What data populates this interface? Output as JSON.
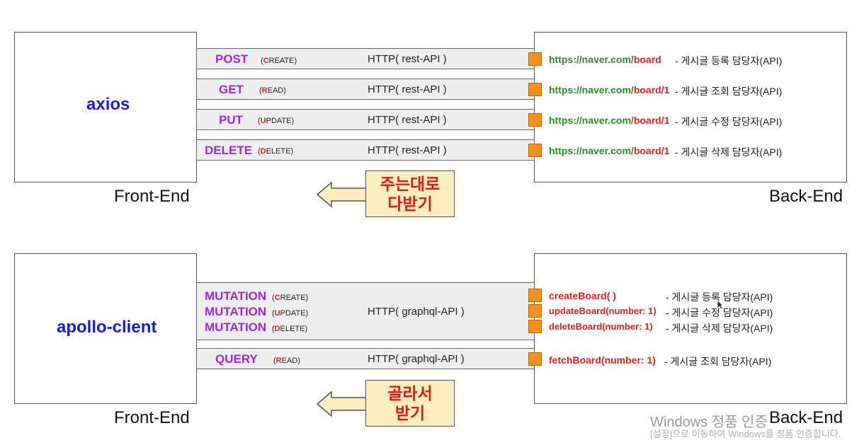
{
  "rest": {
    "front_title": "axios",
    "front_label": "Front-End",
    "back_label": "Back-End",
    "callout": [
      "주는대로",
      "다받기"
    ],
    "rows": [
      {
        "method": "POST",
        "crud_initial": "C",
        "crud_rest": "REATE)",
        "proto": "HTTP( rest-API )",
        "ep_base": "https://naver.com/",
        "ep_tail": "board",
        "desc": "- 게시글 등록 담당자(API)"
      },
      {
        "method": "GET",
        "crud_initial": "R",
        "crud_rest": "EAD)",
        "proto": "HTTP( rest-API )",
        "ep_base": "https://naver.com/",
        "ep_tail": "board/1",
        "desc": "- 게시글 조회 담당자(API)"
      },
      {
        "method": "PUT",
        "crud_initial": "U",
        "crud_rest": "PDATE)",
        "proto": "HTTP( rest-API )",
        "ep_base": "https://naver.com/",
        "ep_tail": "board/1",
        "desc": "- 게시글 수정 담당자(API)"
      },
      {
        "method": "DELETE",
        "crud_initial": "D",
        "crud_rest": "ELETE)",
        "proto": "HTTP( rest-API )",
        "ep_base": "https://naver.com/",
        "ep_tail": "board/1",
        "desc": "- 게시글 삭제 담당자(API)"
      }
    ]
  },
  "graphql": {
    "front_title": "apollo-client",
    "front_label": "Front-End",
    "back_label": "Back-End",
    "callout": [
      "골라서",
      "받기"
    ],
    "mutations": [
      {
        "method": "MUTATION",
        "crud_initial": "C",
        "crud_rest": "REATE)",
        "ep_red": "create",
        "ep_tail": "Board( )",
        "desc": "- 게시글 등록 담당자(API)"
      },
      {
        "method": "MUTATION",
        "crud_initial": "U",
        "crud_rest": "PDATE)",
        "ep_red": "update",
        "ep_tail": "Board(number: 1)",
        "desc": "- 게시글 수정 담당자(API)"
      },
      {
        "method": "MUTATION",
        "crud_initial": "D",
        "crud_rest": "ELETE)",
        "ep_red": "delete",
        "ep_tail": "Board(number: 1)",
        "desc": "- 게시글 삭제 담당자(API)"
      }
    ],
    "mutation_proto": "HTTP( graphql-API )",
    "query": {
      "method": "QUERY",
      "crud_initial": "R",
      "crud_rest": "EAD)",
      "proto": "HTTP( graphql-API )",
      "ep_red": "fetch",
      "ep_tail": "Board(number: 1)",
      "desc": "- 게시글 조회 담당자(API)"
    }
  },
  "watermark": {
    "line1": "Windows 정품 인증",
    "line2": "[설정]으로 이동하여 Windows를 정품 인증합니다."
  },
  "colors": {
    "method": "#9b28e0",
    "frontend_title": "#1a1adb",
    "endpoint_green": "#2e8a2e",
    "endpoint_red": "#e21d1d",
    "port": "#f5901e",
    "callout_bg": "#fdeec0"
  }
}
